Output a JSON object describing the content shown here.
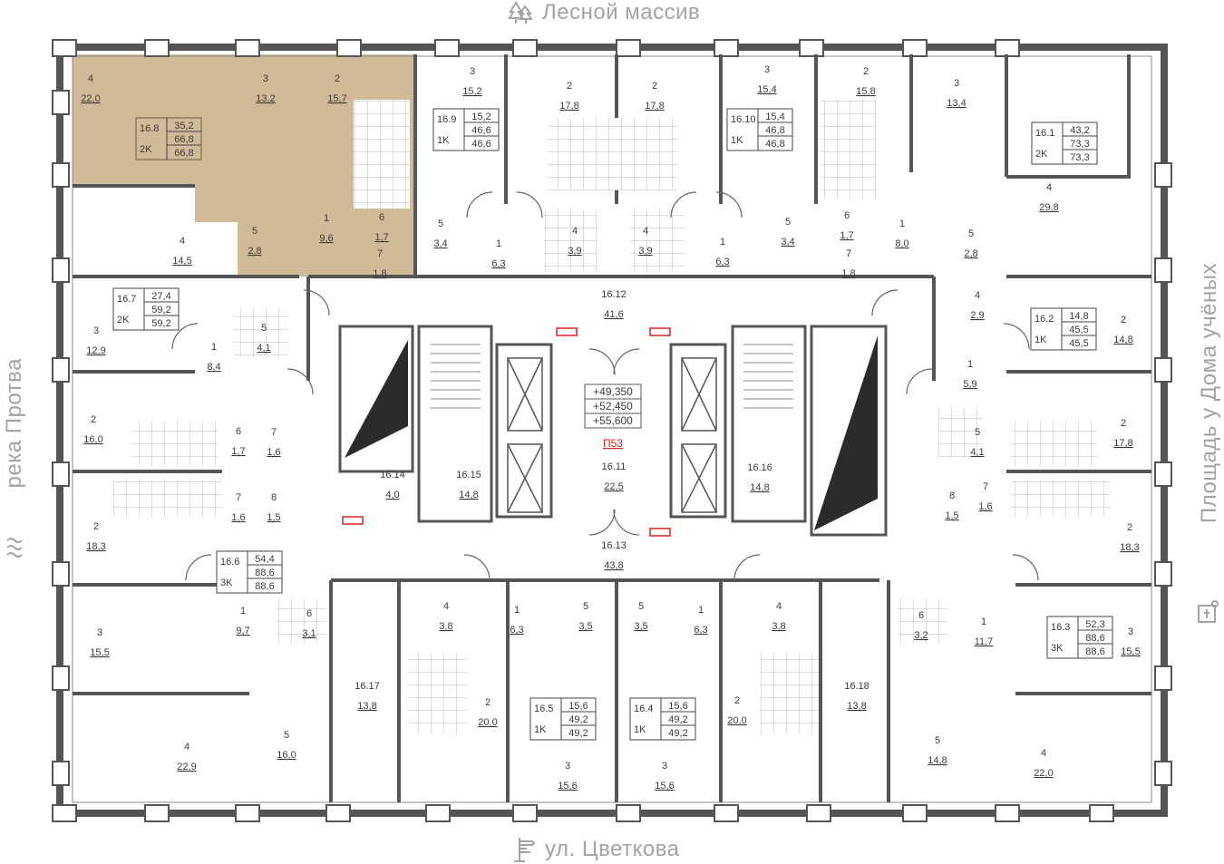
{
  "orientation": {
    "top": "Лесной массив",
    "bottom": "ул. Цветкова",
    "left": "река Протва",
    "right": "Площадь у Дома учёных"
  },
  "elevations": [
    "+49,350",
    "+52,450",
    "+55,600"
  ],
  "pbz_label": "П53",
  "highlight_color": "#c9ae86",
  "apartments": [
    {
      "id": "16.8",
      "type": "2K",
      "living": "35,2",
      "total": "66,8",
      "total2": "66,8",
      "highlighted": true
    },
    {
      "id": "16.9",
      "type": "1K",
      "living": "15,2",
      "total": "46,6",
      "total2": "46,6"
    },
    {
      "id": "16.10",
      "type": "1K",
      "living": "15,4",
      "total": "46,8",
      "total2": "46,8"
    },
    {
      "id": "16.1",
      "type": "2K",
      "living": "43,2",
      "total": "73,3",
      "total2": "73,3"
    },
    {
      "id": "16.7",
      "type": "2K",
      "living": "27,4",
      "total": "59,2",
      "total2": "59,2"
    },
    {
      "id": "16.2",
      "type": "1K",
      "living": "14,8",
      "total": "45,5",
      "total2": "45,5"
    },
    {
      "id": "16.6",
      "type": "3K",
      "living": "54,4",
      "total": "88,6",
      "total2": "88,6"
    },
    {
      "id": "16.3",
      "type": "3K",
      "living": "52,3",
      "total": "88,6",
      "total2": "88,6"
    },
    {
      "id": "16.5",
      "type": "1K",
      "living": "15,6",
      "total": "49,2",
      "total2": "49,2"
    },
    {
      "id": "16.4",
      "type": "1K",
      "living": "15,6",
      "total": "49,2",
      "total2": "49,2"
    }
  ],
  "common": [
    {
      "id": "16.12",
      "area": "41,6"
    },
    {
      "id": "16.11",
      "area": "22,5"
    },
    {
      "id": "16.13",
      "area": "43,8"
    },
    {
      "id": "16.14",
      "area": "4,0"
    },
    {
      "id": "16.15",
      "area": "14,8"
    },
    {
      "id": "16.16",
      "area": "14,8"
    },
    {
      "id": "16.17",
      "area": "13,8"
    },
    {
      "id": "16.18",
      "area": "13,8"
    }
  ],
  "rooms": [
    {
      "n": "4",
      "a": "22,0"
    },
    {
      "n": "3",
      "a": "13,2"
    },
    {
      "n": "2",
      "a": "15,7"
    },
    {
      "n": "5",
      "a": "2,8"
    },
    {
      "n": "1",
      "a": "9,6"
    },
    {
      "n": "6",
      "a": "1,7"
    },
    {
      "n": "7",
      "a": "1,8"
    },
    {
      "n": "3",
      "a": "15,2"
    },
    {
      "n": "2",
      "a": "17,8"
    },
    {
      "n": "2",
      "a": "17,8"
    },
    {
      "n": "3",
      "a": "15,4"
    },
    {
      "n": "2",
      "a": "15,8"
    },
    {
      "n": "3",
      "a": "13,4"
    },
    {
      "n": "5",
      "a": "3,4"
    },
    {
      "n": "1",
      "a": "6,3"
    },
    {
      "n": "4",
      "a": "3,9"
    },
    {
      "n": "4",
      "a": "3,9"
    },
    {
      "n": "1",
      "a": "6,3"
    },
    {
      "n": "5",
      "a": "3,4"
    },
    {
      "n": "6",
      "a": "1,7"
    },
    {
      "n": "7",
      "a": "1,8"
    },
    {
      "n": "1",
      "a": "8,0"
    },
    {
      "n": "5",
      "a": "2,8"
    },
    {
      "n": "4",
      "a": "29,8"
    },
    {
      "n": "4",
      "a": "14,5"
    },
    {
      "n": "3",
      "a": "12,9"
    },
    {
      "n": "1",
      "a": "8,4"
    },
    {
      "n": "5",
      "a": "4,1"
    },
    {
      "n": "4",
      "a": "2,9"
    },
    {
      "n": "2",
      "a": "14,8"
    },
    {
      "n": "1",
      "a": "5,9"
    },
    {
      "n": "2",
      "a": "16,0"
    },
    {
      "n": "6",
      "a": "1,7"
    },
    {
      "n": "7",
      "a": "1,6"
    },
    {
      "n": "5",
      "a": "4,1"
    },
    {
      "n": "2",
      "a": "17,8"
    },
    {
      "n": "2",
      "a": "18,3"
    },
    {
      "n": "7",
      "a": "1,6"
    },
    {
      "n": "8",
      "a": "1,5"
    },
    {
      "n": "8",
      "a": "1,5"
    },
    {
      "n": "7",
      "a": "1,6"
    },
    {
      "n": "2",
      "a": "18,3"
    },
    {
      "n": "1",
      "a": "9,7"
    },
    {
      "n": "6",
      "a": "3,1"
    },
    {
      "n": "3",
      "a": "15,5"
    },
    {
      "n": "4",
      "a": "3,8"
    },
    {
      "n": "1",
      "a": "6,3"
    },
    {
      "n": "5",
      "a": "3,5"
    },
    {
      "n": "5",
      "a": "3,5"
    },
    {
      "n": "1",
      "a": "6,3"
    },
    {
      "n": "4",
      "a": "3,8"
    },
    {
      "n": "6",
      "a": "3,2"
    },
    {
      "n": "1",
      "a": "11,7"
    },
    {
      "n": "3",
      "a": "15,5"
    },
    {
      "n": "2",
      "a": "20,0"
    },
    {
      "n": "2",
      "a": "20,0"
    },
    {
      "n": "4",
      "a": "22,9"
    },
    {
      "n": "5",
      "a": "16,0"
    },
    {
      "n": "3",
      "a": "15,6"
    },
    {
      "n": "3",
      "a": "15,6"
    },
    {
      "n": "5",
      "a": "14,8"
    },
    {
      "n": "4",
      "a": "22,0"
    }
  ]
}
